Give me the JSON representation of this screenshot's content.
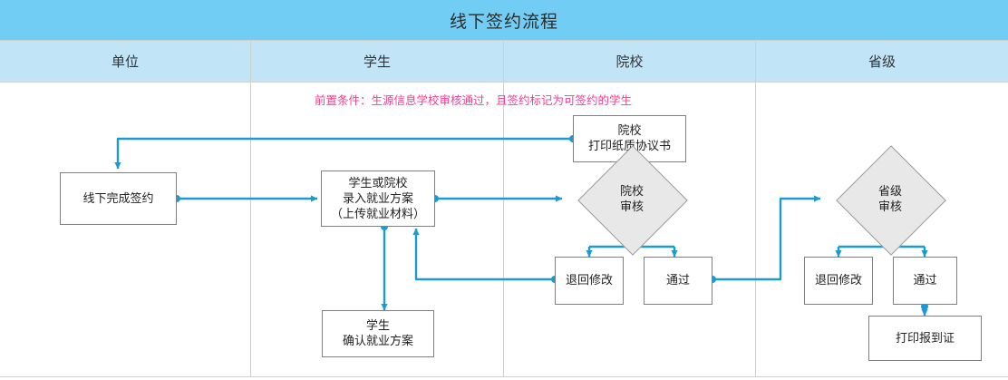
{
  "header": {
    "title": "线下签约流程",
    "title_bg": "#72CDF4",
    "lane_bg": "#C2E4F7"
  },
  "lanes": [
    {
      "label": "单位"
    },
    {
      "label": "学生"
    },
    {
      "label": "院校"
    },
    {
      "label": "省级"
    }
  ],
  "note": {
    "text": "前置条件：生源信息学校审核通过，且签约标记为可签约的学生",
    "color": "#F63D91"
  },
  "nodes": {
    "offline_sign": {
      "lines": [
        "线下完成签约"
      ]
    },
    "print_agreement": {
      "lines": [
        "院校",
        "打印纸质协议书"
      ]
    },
    "enter_plan": {
      "lines": [
        "学生或院校",
        "录入就业方案",
        "（上传就业材料）"
      ]
    },
    "confirm_plan": {
      "lines": [
        "学生",
        "确认就业方案"
      ]
    },
    "school_review": {
      "lines": [
        "院校",
        "审核"
      ]
    },
    "school_return": {
      "lines": [
        "退回修改"
      ]
    },
    "school_pass": {
      "lines": [
        "通过"
      ]
    },
    "province_review": {
      "lines": [
        "省级",
        "审核"
      ]
    },
    "province_return": {
      "lines": [
        "退回修改"
      ]
    },
    "province_pass": {
      "lines": [
        "通过"
      ]
    },
    "print_report": {
      "lines": [
        "打印报到证"
      ]
    }
  },
  "style": {
    "edge_color": "#1B9BD1",
    "node_border": "#808080",
    "decision_fill": "#E8E8E8",
    "grid_line": "#cfcfcf"
  }
}
